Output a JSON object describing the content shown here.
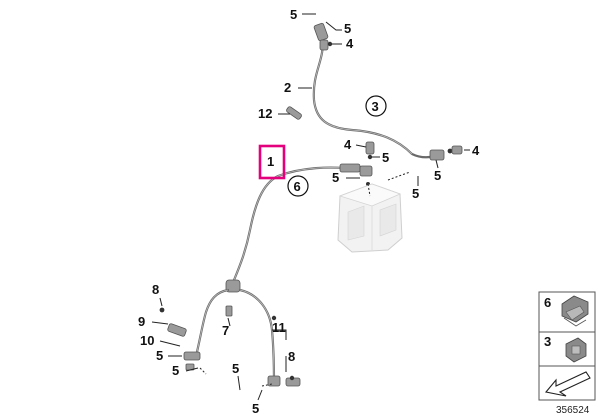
{
  "callouts": {
    "highlighted": "1",
    "c2": "2",
    "c3": "3",
    "c4": "4",
    "c5": "5",
    "c6": "6",
    "c7": "7",
    "c8": "8",
    "c9": "9",
    "c10": "10",
    "c11": "11",
    "c12": "12"
  },
  "legend": {
    "item_6": "6",
    "item_3": "3"
  },
  "figure_number": "356524",
  "colors": {
    "highlight": "#e4007c",
    "cable": "#6a6a6a"
  }
}
